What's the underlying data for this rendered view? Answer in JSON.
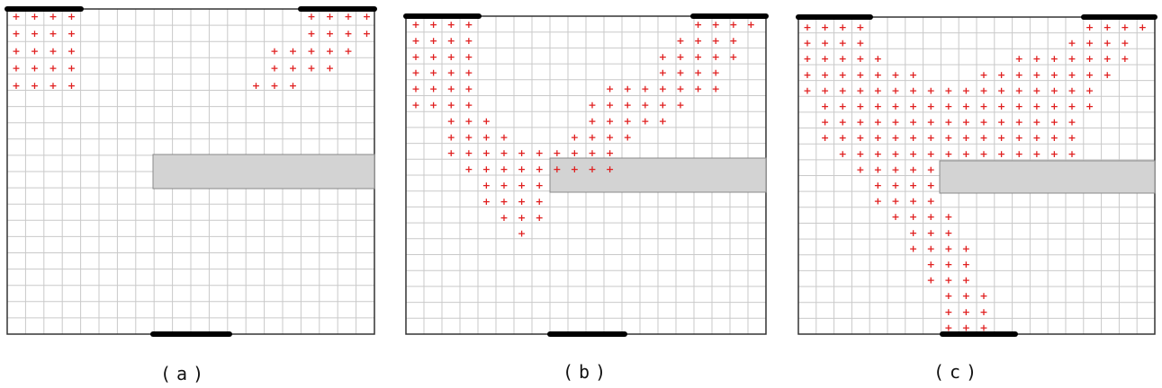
{
  "colors": {
    "grid_line": "#c9c9c9",
    "border": "#333333",
    "marker": "#e02020",
    "obstacle_fill": "#d3d3d3",
    "obstacle_stroke": "#888888",
    "door": "#000000"
  },
  "panels": [
    {
      "caption": "(a)",
      "markers": [
        [
          0,
          0
        ],
        [
          1,
          0
        ],
        [
          2,
          0
        ],
        [
          3,
          0
        ],
        [
          16,
          0
        ],
        [
          17,
          0
        ],
        [
          18,
          0
        ],
        [
          19,
          0
        ],
        [
          0,
          1
        ],
        [
          1,
          1
        ],
        [
          2,
          1
        ],
        [
          3,
          1
        ],
        [
          16,
          1
        ],
        [
          17,
          1
        ],
        [
          18,
          1
        ],
        [
          19,
          1
        ],
        [
          0,
          2
        ],
        [
          1,
          2
        ],
        [
          2,
          2
        ],
        [
          3,
          2
        ],
        [
          14,
          2
        ],
        [
          15,
          2
        ],
        [
          16,
          2
        ],
        [
          17,
          2
        ],
        [
          18,
          2
        ],
        [
          0,
          3
        ],
        [
          1,
          3
        ],
        [
          2,
          3
        ],
        [
          3,
          3
        ],
        [
          14,
          3
        ],
        [
          15,
          3
        ],
        [
          16,
          3
        ],
        [
          17,
          3
        ],
        [
          0,
          4
        ],
        [
          1,
          4
        ],
        [
          2,
          4
        ],
        [
          3,
          4
        ],
        [
          13,
          4
        ],
        [
          14,
          4
        ],
        [
          15,
          4
        ]
      ]
    },
    {
      "caption": "(b)",
      "markers": [
        [
          0,
          0
        ],
        [
          1,
          0
        ],
        [
          2,
          0
        ],
        [
          3,
          0
        ],
        [
          16,
          0
        ],
        [
          17,
          0
        ],
        [
          18,
          0
        ],
        [
          19,
          0
        ],
        [
          0,
          1
        ],
        [
          1,
          1
        ],
        [
          2,
          1
        ],
        [
          3,
          1
        ],
        [
          15,
          1
        ],
        [
          16,
          1
        ],
        [
          17,
          1
        ],
        [
          18,
          1
        ],
        [
          0,
          2
        ],
        [
          1,
          2
        ],
        [
          2,
          2
        ],
        [
          3,
          2
        ],
        [
          14,
          2
        ],
        [
          15,
          2
        ],
        [
          16,
          2
        ],
        [
          17,
          2
        ],
        [
          18,
          2
        ],
        [
          0,
          3
        ],
        [
          1,
          3
        ],
        [
          2,
          3
        ],
        [
          3,
          3
        ],
        [
          14,
          3
        ],
        [
          15,
          3
        ],
        [
          16,
          3
        ],
        [
          17,
          3
        ],
        [
          0,
          4
        ],
        [
          1,
          4
        ],
        [
          2,
          4
        ],
        [
          3,
          4
        ],
        [
          11,
          4
        ],
        [
          12,
          4
        ],
        [
          13,
          4
        ],
        [
          14,
          4
        ],
        [
          15,
          4
        ],
        [
          16,
          4
        ],
        [
          17,
          4
        ],
        [
          0,
          5
        ],
        [
          1,
          5
        ],
        [
          2,
          5
        ],
        [
          3,
          5
        ],
        [
          10,
          5
        ],
        [
          11,
          5
        ],
        [
          12,
          5
        ],
        [
          13,
          5
        ],
        [
          14,
          5
        ],
        [
          15,
          5
        ],
        [
          2,
          6
        ],
        [
          3,
          6
        ],
        [
          4,
          6
        ],
        [
          10,
          6
        ],
        [
          11,
          6
        ],
        [
          12,
          6
        ],
        [
          13,
          6
        ],
        [
          14,
          6
        ],
        [
          2,
          7
        ],
        [
          3,
          7
        ],
        [
          4,
          7
        ],
        [
          5,
          7
        ],
        [
          9,
          7
        ],
        [
          10,
          7
        ],
        [
          11,
          7
        ],
        [
          12,
          7
        ],
        [
          2,
          8
        ],
        [
          3,
          8
        ],
        [
          4,
          8
        ],
        [
          5,
          8
        ],
        [
          6,
          8
        ],
        [
          7,
          8
        ],
        [
          8,
          8
        ],
        [
          9,
          8
        ],
        [
          10,
          8
        ],
        [
          11,
          8
        ],
        [
          3,
          9
        ],
        [
          4,
          9
        ],
        [
          5,
          9
        ],
        [
          6,
          9
        ],
        [
          7,
          9
        ],
        [
          8,
          9
        ],
        [
          9,
          9
        ],
        [
          10,
          9
        ],
        [
          11,
          9
        ],
        [
          4,
          10
        ],
        [
          5,
          10
        ],
        [
          6,
          10
        ],
        [
          7,
          10
        ],
        [
          4,
          11
        ],
        [
          5,
          11
        ],
        [
          6,
          11
        ],
        [
          7,
          11
        ],
        [
          5,
          12
        ],
        [
          6,
          12
        ],
        [
          7,
          12
        ],
        [
          6,
          13
        ]
      ]
    },
    {
      "caption": "(c)",
      "markers": [
        [
          0,
          0
        ],
        [
          1,
          0
        ],
        [
          2,
          0
        ],
        [
          3,
          0
        ],
        [
          16,
          0
        ],
        [
          17,
          0
        ],
        [
          18,
          0
        ],
        [
          19,
          0
        ],
        [
          0,
          1
        ],
        [
          1,
          1
        ],
        [
          2,
          1
        ],
        [
          3,
          1
        ],
        [
          15,
          1
        ],
        [
          16,
          1
        ],
        [
          17,
          1
        ],
        [
          18,
          1
        ],
        [
          0,
          2
        ],
        [
          1,
          2
        ],
        [
          2,
          2
        ],
        [
          3,
          2
        ],
        [
          4,
          2
        ],
        [
          12,
          2
        ],
        [
          13,
          2
        ],
        [
          14,
          2
        ],
        [
          15,
          2
        ],
        [
          16,
          2
        ],
        [
          17,
          2
        ],
        [
          18,
          2
        ],
        [
          0,
          3
        ],
        [
          1,
          3
        ],
        [
          2,
          3
        ],
        [
          3,
          3
        ],
        [
          4,
          3
        ],
        [
          5,
          3
        ],
        [
          6,
          3
        ],
        [
          10,
          3
        ],
        [
          11,
          3
        ],
        [
          12,
          3
        ],
        [
          13,
          3
        ],
        [
          14,
          3
        ],
        [
          15,
          3
        ],
        [
          16,
          3
        ],
        [
          17,
          3
        ],
        [
          0,
          4
        ],
        [
          1,
          4
        ],
        [
          2,
          4
        ],
        [
          3,
          4
        ],
        [
          4,
          4
        ],
        [
          5,
          4
        ],
        [
          6,
          4
        ],
        [
          7,
          4
        ],
        [
          8,
          4
        ],
        [
          9,
          4
        ],
        [
          10,
          4
        ],
        [
          11,
          4
        ],
        [
          12,
          4
        ],
        [
          13,
          4
        ],
        [
          14,
          4
        ],
        [
          15,
          4
        ],
        [
          16,
          4
        ],
        [
          1,
          5
        ],
        [
          2,
          5
        ],
        [
          3,
          5
        ],
        [
          4,
          5
        ],
        [
          5,
          5
        ],
        [
          6,
          5
        ],
        [
          7,
          5
        ],
        [
          8,
          5
        ],
        [
          9,
          5
        ],
        [
          10,
          5
        ],
        [
          11,
          5
        ],
        [
          12,
          5
        ],
        [
          13,
          5
        ],
        [
          14,
          5
        ],
        [
          15,
          5
        ],
        [
          16,
          5
        ],
        [
          1,
          6
        ],
        [
          2,
          6
        ],
        [
          3,
          6
        ],
        [
          4,
          6
        ],
        [
          5,
          6
        ],
        [
          6,
          6
        ],
        [
          7,
          6
        ],
        [
          8,
          6
        ],
        [
          9,
          6
        ],
        [
          10,
          6
        ],
        [
          11,
          6
        ],
        [
          12,
          6
        ],
        [
          13,
          6
        ],
        [
          14,
          6
        ],
        [
          15,
          6
        ],
        [
          1,
          7
        ],
        [
          2,
          7
        ],
        [
          3,
          7
        ],
        [
          4,
          7
        ],
        [
          5,
          7
        ],
        [
          6,
          7
        ],
        [
          7,
          7
        ],
        [
          8,
          7
        ],
        [
          9,
          7
        ],
        [
          10,
          7
        ],
        [
          11,
          7
        ],
        [
          12,
          7
        ],
        [
          13,
          7
        ],
        [
          14,
          7
        ],
        [
          15,
          7
        ],
        [
          2,
          8
        ],
        [
          3,
          8
        ],
        [
          4,
          8
        ],
        [
          5,
          8
        ],
        [
          6,
          8
        ],
        [
          7,
          8
        ],
        [
          8,
          8
        ],
        [
          9,
          8
        ],
        [
          10,
          8
        ],
        [
          11,
          8
        ],
        [
          12,
          8
        ],
        [
          13,
          8
        ],
        [
          14,
          8
        ],
        [
          15,
          8
        ],
        [
          3,
          9
        ],
        [
          4,
          9
        ],
        [
          5,
          9
        ],
        [
          6,
          9
        ],
        [
          7,
          9
        ],
        [
          4,
          10
        ],
        [
          5,
          10
        ],
        [
          6,
          10
        ],
        [
          7,
          10
        ],
        [
          4,
          11
        ],
        [
          5,
          11
        ],
        [
          6,
          11
        ],
        [
          7,
          11
        ],
        [
          5,
          12
        ],
        [
          6,
          12
        ],
        [
          7,
          12
        ],
        [
          8,
          12
        ],
        [
          6,
          13
        ],
        [
          7,
          13
        ],
        [
          8,
          13
        ],
        [
          6,
          14
        ],
        [
          7,
          14
        ],
        [
          8,
          14
        ],
        [
          9,
          14
        ],
        [
          7,
          15
        ],
        [
          8,
          15
        ],
        [
          9,
          15
        ],
        [
          7,
          16
        ],
        [
          8,
          16
        ],
        [
          9,
          16
        ],
        [
          8,
          17
        ],
        [
          9,
          17
        ],
        [
          10,
          17
        ],
        [
          8,
          18
        ],
        [
          9,
          18
        ],
        [
          10,
          18
        ],
        [
          8,
          19
        ],
        [
          9,
          19
        ],
        [
          10,
          19
        ]
      ]
    }
  ]
}
